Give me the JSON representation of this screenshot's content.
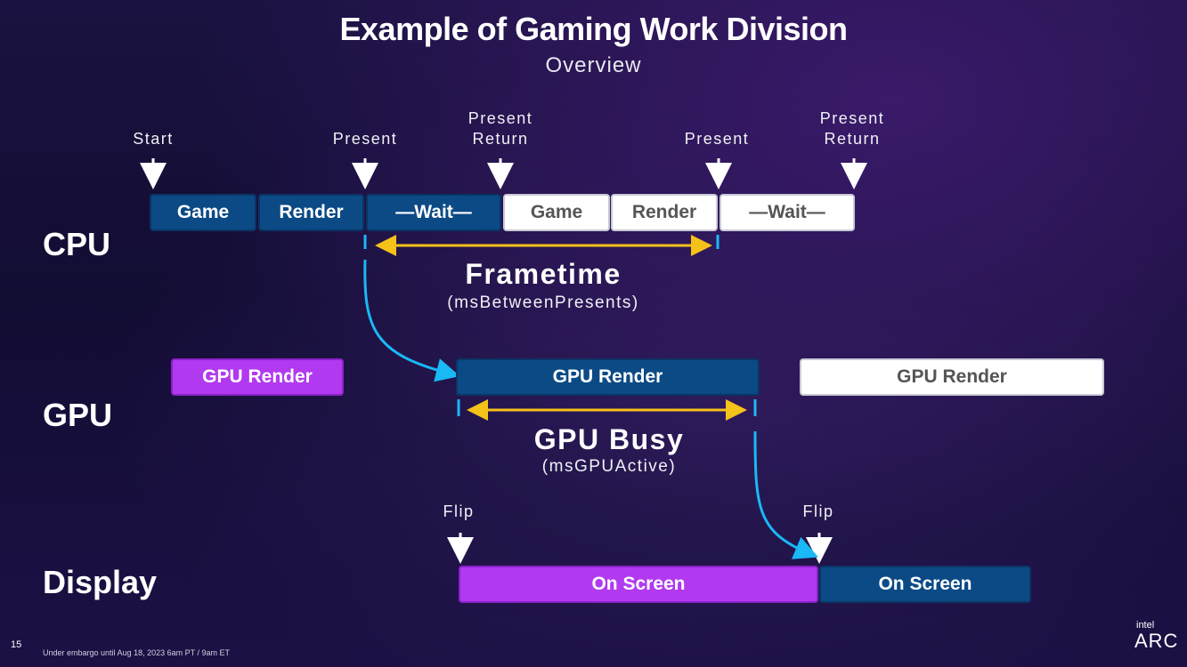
{
  "header": {
    "title": "Example of Gaming Work Division",
    "subtitle": "Overview"
  },
  "rows": {
    "cpu": "CPU",
    "gpu": "GPU",
    "display": "Display"
  },
  "cpu_markers": [
    {
      "l1": "Start",
      "l2": ""
    },
    {
      "l1": "Present",
      "l2": ""
    },
    {
      "l1": "Present",
      "l2": "Return"
    },
    {
      "l1": "Present",
      "l2": ""
    },
    {
      "l1": "Present",
      "l2": "Return"
    }
  ],
  "cpu_boxes": [
    "Game",
    "Render",
    "—Wait—",
    "Game",
    "Render",
    "—Wait—"
  ],
  "frametime": {
    "label": "Frametime",
    "sub": "(msBetweenPresents)"
  },
  "gpu_boxes": [
    "GPU Render",
    "GPU Render",
    "GPU Render"
  ],
  "gpu_busy": {
    "label": "GPU Busy",
    "sub": "(msGPUActive)"
  },
  "flip_markers": [
    "Flip",
    "Flip"
  ],
  "display_boxes": [
    "On Screen",
    "On Screen"
  ],
  "footer": {
    "page": "15",
    "embargo": "Under embargo until Aug 18, 2023 6am PT / 9am ET",
    "brand_top": "intel",
    "brand": "ARC"
  },
  "colors": {
    "blue": "#0b4a85",
    "white": "#ffffff",
    "purple": "#b13af0",
    "cyan": "#1ab8f5",
    "gold": "#f5c21a"
  }
}
